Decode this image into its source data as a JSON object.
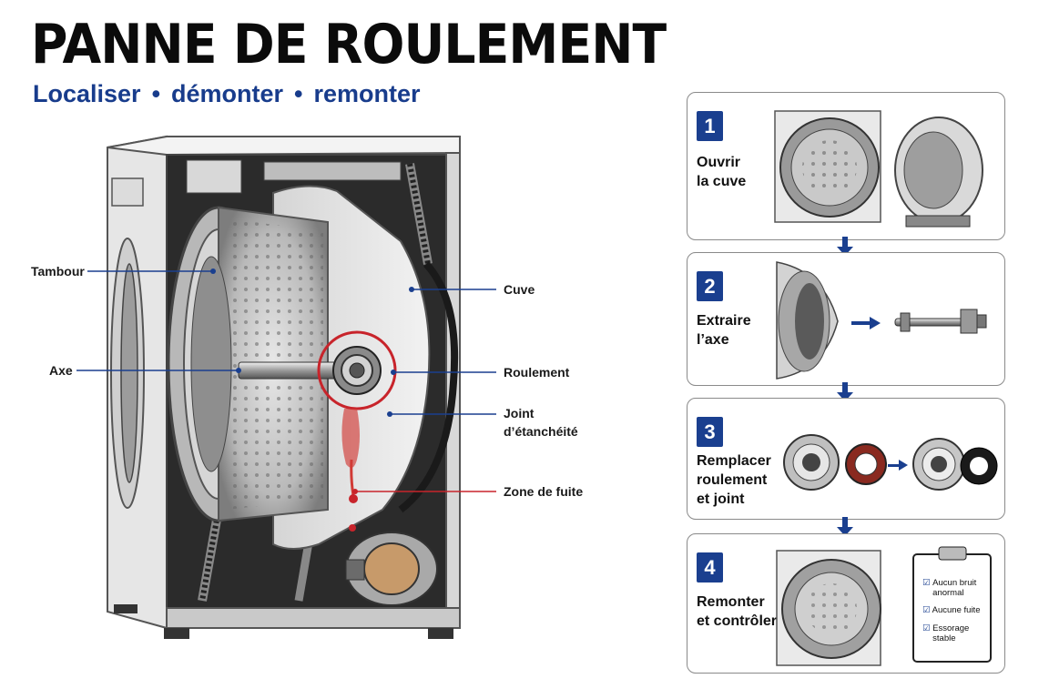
{
  "title": "PANNE DE ROULEMENT",
  "subtitle": {
    "items": [
      "Localiser",
      "démonter",
      "remonter"
    ],
    "separator": "•"
  },
  "labels": {
    "tambour": "Tambour",
    "axe": "Axe",
    "cuve": "Cuve",
    "roulement": "Roulement",
    "joint_line1": "Joint",
    "joint_line2": "d’étanchéité",
    "zone_fuite": "Zone de fuite"
  },
  "steps": [
    {
      "number": "1",
      "line1": "Ouvrir",
      "line2": "la cuve"
    },
    {
      "number": "2",
      "line1": "Extraire",
      "line2": "l’axe"
    },
    {
      "number": "3",
      "line1": "Remplacer",
      "line2": "roulement",
      "line3": "et joint"
    },
    {
      "number": "4",
      "line1": "Remonter",
      "line2": "et contrôler"
    }
  ],
  "checklist": [
    {
      "line1": "Aucun bruit",
      "line2": "anormal"
    },
    {
      "line1": "Aucune fuite",
      "line2": ""
    },
    {
      "line1": "Essorage",
      "line2": "stable"
    }
  ],
  "colors": {
    "accent_blue": "#1a3f8f",
    "highlight_red": "#c8242b",
    "leak_red": "#d13a35"
  }
}
